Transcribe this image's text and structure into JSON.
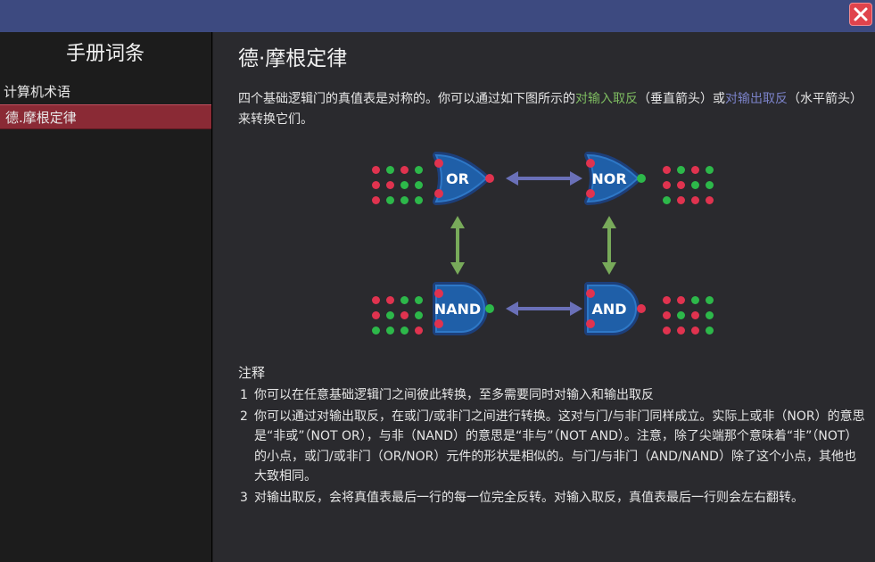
{
  "window": {
    "close_icon": "close-x-icon",
    "titlebar_color": "#3d4a80",
    "close_color": "#e0434c"
  },
  "sidebar": {
    "title": "手册词条",
    "items": [
      {
        "label": "计算机术语",
        "selected": false
      },
      {
        "label": "德.摩根定律",
        "selected": true
      }
    ],
    "selected_color": "#8a2a35"
  },
  "article": {
    "title": "德·摩根定律",
    "intro": {
      "p1": "四个基础逻辑门的真值表是对称的。你可以通过如下图所示的",
      "link_input": "对输入取反",
      "p2": "（垂直箭头）或",
      "link_output": "对输出取反",
      "p3": "（水平箭头）来转换它们。"
    },
    "diagram": {
      "gates": [
        "OR",
        "NOR",
        "NAND",
        "AND"
      ],
      "arrow_colors": {
        "horizontal": "#6a70b8",
        "vertical": "#78aa5a"
      },
      "gate_color": "#1f5fa8",
      "truth_colors": {
        "on": "#2db84a",
        "off": "#e0334f"
      }
    },
    "notes_title": "注释",
    "notes": [
      {
        "num": "1",
        "text": "你可以在任意基础逻辑门之间彼此转换，至多需要同时对输入和输出取反"
      },
      {
        "num": "2",
        "text": "你可以通过对输出取反，在或门/或非门之间进行转换。这对与门/与非门同样成立。实际上或非（NOR）的意思是“非或”（NOT OR），与非（NAND）的意思是“非与”（NOT AND）。注意，除了尖端那个意味着“非”（NOT）的小点，或门/或非门（OR/NOR）元件的形状是相似的。与门/与非门（AND/NAND）除了这个小点，其他也大致相同。"
      },
      {
        "num": "3",
        "text": "对输出取反，会将真值表最后一行的每一位完全反转。对输入取反，真值表最后一行则会左右翻转。"
      }
    ]
  }
}
